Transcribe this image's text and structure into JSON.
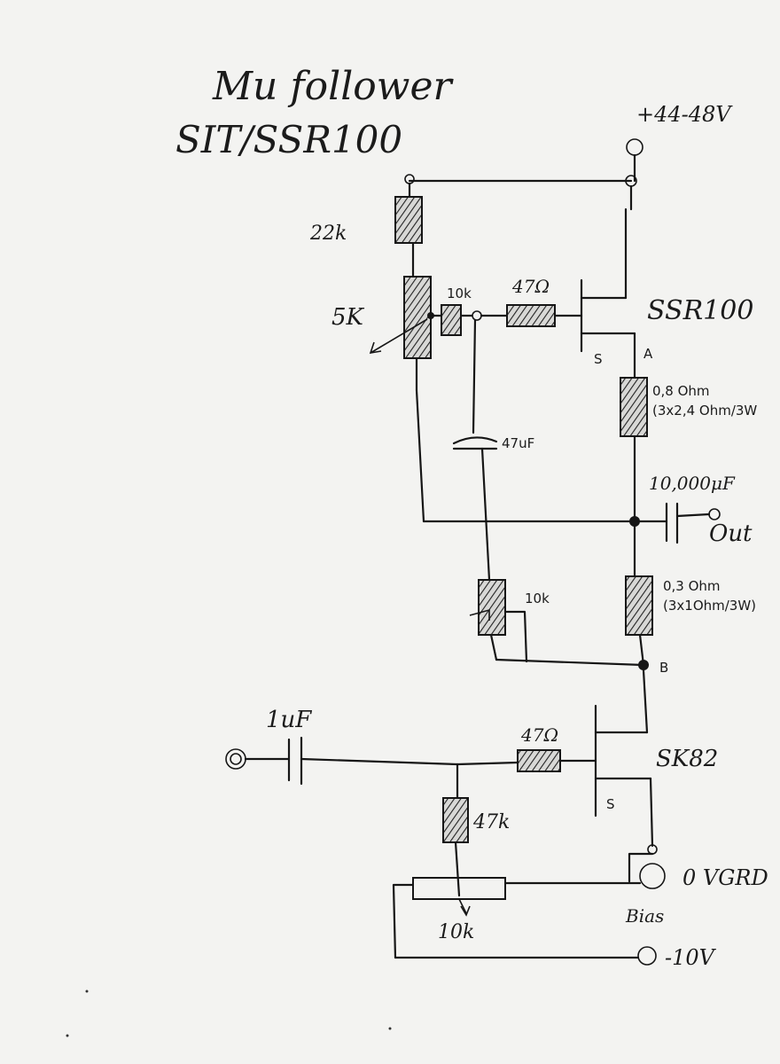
{
  "title": {
    "line1": "Mu follower",
    "line2": "SIT/SSR100"
  },
  "labels": {
    "supply": "+44-48V",
    "r22k": "22k",
    "pot5k": "5K",
    "r10k_top": "10k",
    "r47_top": "47Ω",
    "ssr100": "SSR100",
    "s_top": "S",
    "node_a": "A",
    "r08": "0,8 Ohm",
    "r08_detail": "(3x2,4 Ohm/3W",
    "cap47u": "47uF",
    "cap10000": "10,000μF",
    "out": "Out",
    "r03": "0,3 Ohm",
    "r03_detail": "(3x1Ohm/3W)",
    "r10k_bottom": "10k",
    "node_b": "B",
    "cap1u": "1uF",
    "r47_bottom": "47Ω",
    "sk82": "SK82",
    "s_bottom": "S",
    "r47k": "47k",
    "gnd": "0 VGRD",
    "bias": "Bias",
    "pot10k": "10k",
    "neg10": "-10V"
  }
}
